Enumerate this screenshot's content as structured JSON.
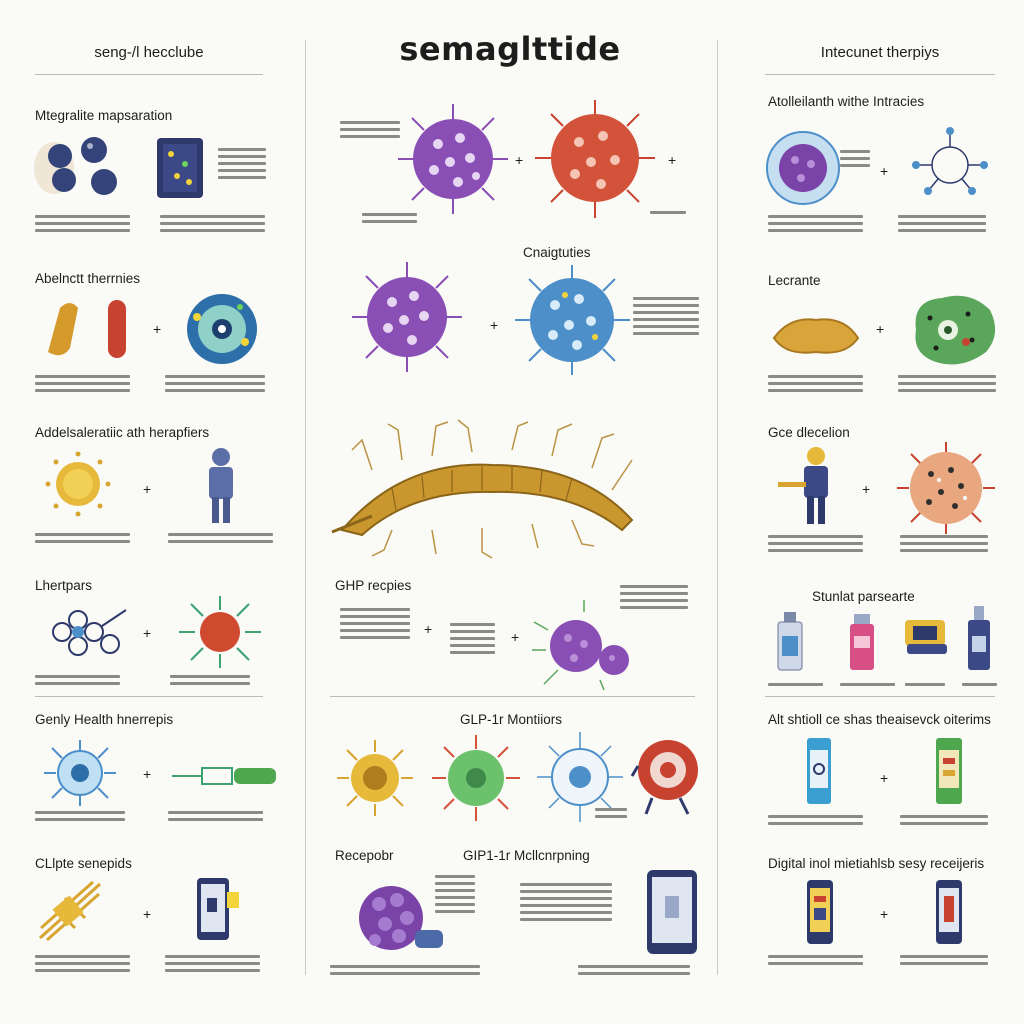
{
  "title": "semaglttide",
  "columns": {
    "left": {
      "title": "seng-/l hecclube",
      "sections": [
        "Mtegralite mapsaration",
        "Abelnctt therrnies",
        "Addelsaleratiic ath herapfiers",
        "Lhertpars",
        "Genly Health hnerrepis",
        "CLlpte senepids"
      ]
    },
    "center": {
      "sections": [
        "Cnaigtuties",
        "GHP recpies",
        "GLP-1r Montiiors",
        "Recepobr",
        "GIP1-1r Mcllcnrpning"
      ]
    },
    "right": {
      "title": "Intecunet therpiys",
      "sections": [
        "Atolleilanth withe Intracies",
        "Lecrante",
        "Gce dlecelion",
        "Stunlat parsearte",
        "Alt shtioll ce shas theaisevck oiterims",
        "Digital inol mietiahlsb sesy receijeris"
      ]
    }
  },
  "plus_symbol": "+",
  "colors": {
    "purple": "#8a4fb5",
    "red": "#d2523a",
    "blue": "#4d8fc9",
    "gold": "#d7a530",
    "green": "#5aa65a",
    "navy": "#2e3a6b"
  }
}
